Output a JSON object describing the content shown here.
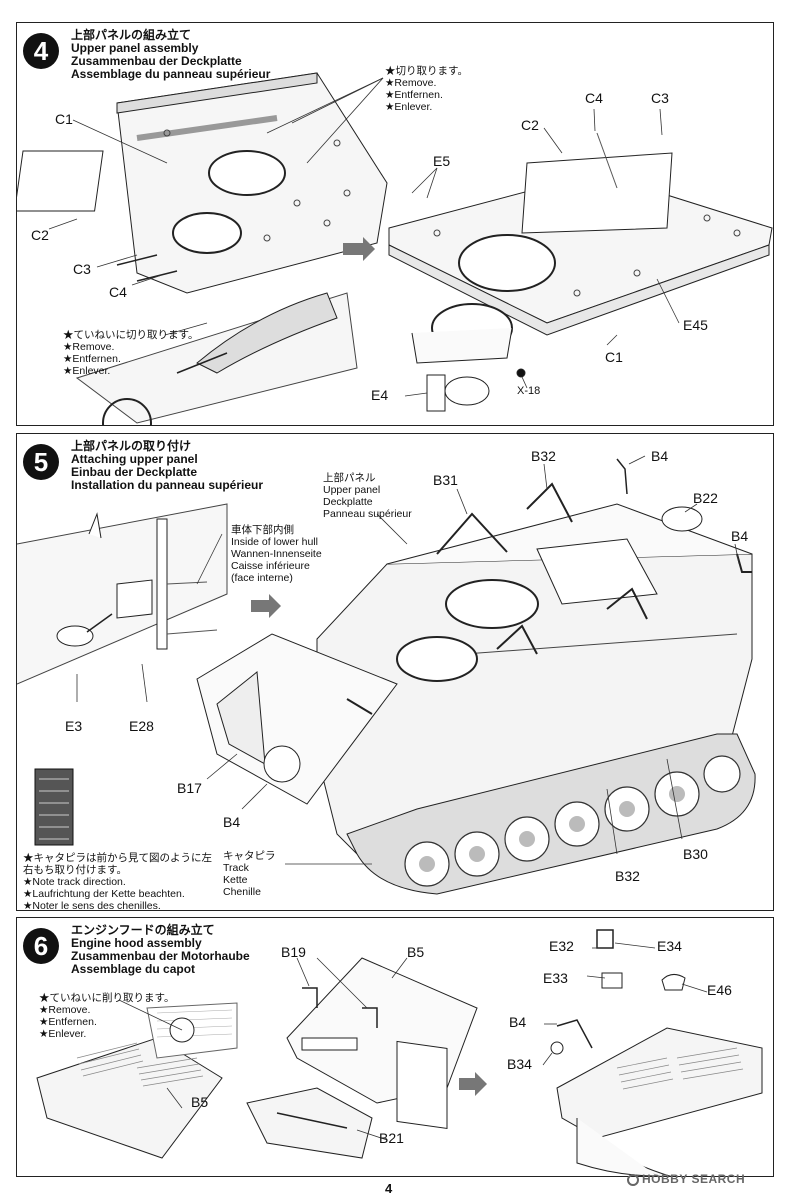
{
  "page_number": "4",
  "watermark": "HOBBY SEARCH",
  "step4": {
    "number": "4",
    "title_jp": "上部パネルの組み立て",
    "title_en": "Upper panel assembly",
    "title_de": "Zusammenbau der Deckplatte",
    "title_fr": "Assemblage du panneau supérieur",
    "remove_note": [
      "★切り取ります。",
      "★Remove.",
      "★Entfernen.",
      "★Enlever."
    ],
    "careful_note": [
      "★ていねいに切り取ります。",
      "★Remove.",
      "★Entfernen.",
      "★Enlever."
    ],
    "labels": {
      "c1_left": "C1",
      "c2_left": "C2",
      "c3_left": "C3",
      "c4_left": "C4",
      "c4_right": "C4",
      "c3_right": "C3",
      "c2_right": "C2",
      "e5": "E5",
      "e45": "E45",
      "c1_right": "C1",
      "e4": "E4",
      "x18": "X-18"
    }
  },
  "step5": {
    "number": "5",
    "title_jp": "上部パネルの取り付け",
    "title_en": "Attaching upper panel",
    "title_de": "Einbau der Deckplatte",
    "title_fr": "Installation du panneau supérieur",
    "hull_note": [
      "車体下部内側",
      "Inside of lower hull",
      "Wannen-Innenseite",
      "Caisse inférieure",
      "(face interne)"
    ],
    "upper_panel_note": [
      "上部パネル",
      "Upper panel",
      "Deckplatte",
      "Panneau supérieur"
    ],
    "track_note": [
      "キャタピラ",
      "Track",
      "Kette",
      "Chenille"
    ],
    "direction_note": [
      "★キャタピラは前から見て図のように左右もち取り付けます。",
      "★Note track direction.",
      "★Laufrichtung der Kette beachten.",
      "★Noter le sens des chenilles."
    ],
    "labels": {
      "b31": "B31",
      "b32_top": "B32",
      "b4_top": "B4",
      "b22": "B22",
      "b4_right": "B4",
      "e3": "E3",
      "e28": "E28",
      "b17": "B17",
      "b4_left": "B4",
      "b30": "B30",
      "b32_bottom": "B32"
    }
  },
  "step6": {
    "number": "6",
    "title_jp": "エンジンフードの組み立て",
    "title_en": "Engine hood assembly",
    "title_de": "Zusammenbau der Motorhaube",
    "title_fr": "Assemblage du capot",
    "careful_note": [
      "★ていねいに削り取ります。",
      "★Remove.",
      "★Entfernen.",
      "★Enlever."
    ],
    "labels": {
      "b19": "B19",
      "b5_top": "B5",
      "b21": "B21",
      "b5_left": "B5",
      "e32": "E32",
      "e34": "E34",
      "e33": "E33",
      "e46": "E46",
      "b4": "B4",
      "b34": "B34"
    }
  }
}
